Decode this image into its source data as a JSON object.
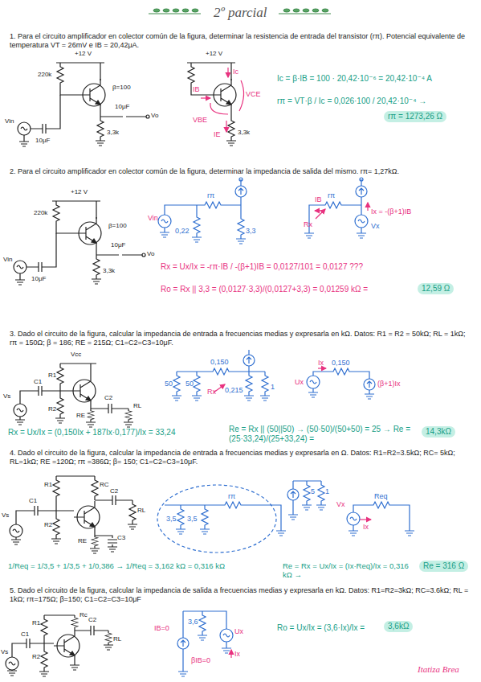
{
  "diagram": {
    "title": "2º parcial",
    "labels": [
      "1.   Para el circuito amplificador en colector común de la figura, determinar la resistencia de entrada del transistor (rπ). Potencial equivalente de temperatura VT = 26mV e IB = 20,42μA.",
      "+12 V",
      "220k",
      "β=100",
      "Vin",
      "10μF",
      "3,3k",
      "10μF",
      "Vo",
      "+12 V",
      "Ic",
      "VCE",
      "IB",
      "VBE",
      "3,3k",
      "IE",
      "Ic = β·IB = 100 · 20,42·10⁻⁶ = 20,42·10⁻⁴ A",
      "rπ = VT·β / Ic = 0,026·100 / 20,42·10⁻⁴ →",
      "rπ = 1273,26 Ω",
      "2. Para el circuito amplificador en colector común de la figura, determinar la impedancia de salida del mismo. rπ= 1,27kΩ.",
      "+12 V",
      "220k",
      "β=100",
      "Vin",
      "10μF",
      "3,3k",
      "10μF",
      "Vo",
      "Vin",
      "rπ",
      "0,22",
      "3,3",
      "IB",
      "rπ",
      "Rx",
      "Ix = -(β+1)IB",
      "Vx",
      "Rx = Ux/Ix = -rπ·IB / -(β+1)IB = 0,0127/101 = 0,0127 ???",
      "Ro = Rx || 3,3 = (0,0127·3,3)/(0,0127+3,3) = 0,01259 kΩ =",
      "12,59 Ω",
      "3. Dado el circuito de la figura, calcular la impedancia de entrada a frecuencias medias y expresarla en kΩ. Datos: R1 = R2 = 50kΩ; RL = 1kΩ; rπ = 150Ω; β = 186; RE = 215Ω; C1=C2=C3=10μF.",
      "Vcc",
      "C1",
      "C2",
      "Vs",
      "R1",
      "R2",
      "RE",
      "RL",
      "0,150",
      "50",
      "50",
      "Rx",
      "0,215",
      "1",
      "Ux",
      "Ix",
      "0,150",
      "(β+1)Ix",
      "Rx = Ux/Ix = (0,150Ix + 187Ix·0,177)/Ix = 33,24",
      "Re = Rx || (50||50) → (50·50)/(50+50) = 25 → Re = (25·33,24)/(25+33,24) =",
      "14,3kΩ",
      "4. Dado el circuito de la figura, calcular la impedancia de entrada a frecuencias medias y expresarla en Ω. Datos: R1=R2=3.5kΩ; RC= 5kΩ; RL=1kΩ; RE =120Ω; rπ =386Ω; β= 150; C1=C2=C3=10μF.",
      "R1",
      "R2",
      "RC",
      "C1",
      "C2",
      "RL",
      "RE",
      "C3",
      "Vs",
      "3,5",
      "3,5",
      "rπ",
      "5",
      "1",
      "Vx",
      "Req",
      "Ix",
      "1/Req = 1/3,5 + 1/3,5 + 1/0,386 → 1/Req = 3,162 kΩ = 0,316 kΩ",
      "Re = Rx = Ux/Ix = (Ix·Req)/Ix = 0,316 kΩ →",
      "Re = 316 Ω",
      "5. Dado el circuito de la figura, calcular la impedancia de salida a frecuencias medias y expresarla en kΩ. Datos: R1=R2=3kΩ; RC=3.6kΩ; RL = 1kΩ; rπ=175Ω; β=150; C1=C2=C3=10μF",
      "R1",
      "R2",
      "Rc",
      "C1",
      "C2",
      "RL",
      "Vs",
      "3,6",
      "Ux",
      "IB=0",
      "Ix",
      "βIB=0",
      "Ro = Ux/Ix = (3,6·Ix)/Ix =",
      "3,6kΩ",
      "Itatiza Brea"
    ]
  }
}
